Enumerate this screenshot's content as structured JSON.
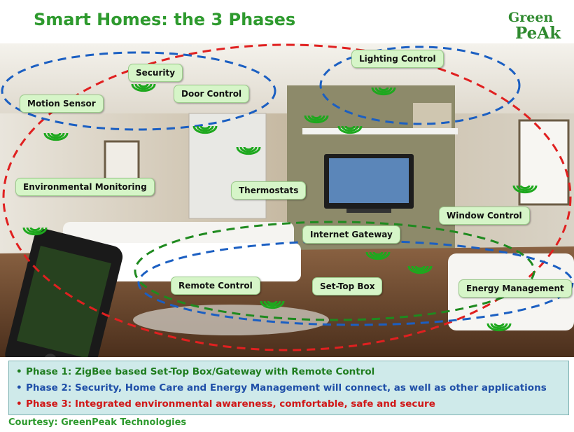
{
  "title": "Smart Homes: the 3 Phases",
  "logo": {
    "line1": "Green",
    "line2": "PeAk"
  },
  "callouts": {
    "security": "Security",
    "lighting": "Lighting Control",
    "motion": "Motion Sensor",
    "door": "Door Control",
    "environmental": "Environmental Monitoring",
    "thermostats": "Thermostats",
    "window": "Window Control",
    "internet_gateway": "Internet Gateway",
    "remote": "Remote Control",
    "settop": "Set-Top Box",
    "energy": "Energy Management"
  },
  "phases": [
    {
      "bullet": "•",
      "text": "Phase 1: ZigBee based Set-Top Box/Gateway with  Remote Control"
    },
    {
      "bullet": "•",
      "text": "Phase 2: Security, Home Care and Energy Management will connect, as well as other applications"
    },
    {
      "bullet": "•",
      "text": "Phase 3: Integrated environmental awareness, comfortable, safe and secure"
    }
  ],
  "courtesy": "Courtesy: GreenPeak Technologies",
  "colors": {
    "phase1": "#1f7d1f",
    "phase2": "#1f4fa8",
    "phase3": "#d01818",
    "brand": "#2e9a2e"
  }
}
